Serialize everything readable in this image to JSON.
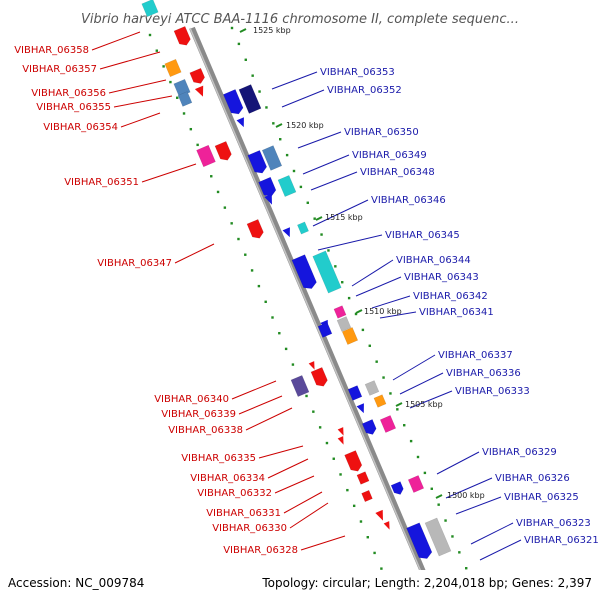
{
  "title": "Vibrio harveyi ATCC BAA-1116 chromosome II, complete sequenc...",
  "footer": {
    "accession": "Accession: NC_009784",
    "summary": "Topology: circular; Length: 2,204,018 bp; Genes: 2,397"
  },
  "kbp_marks": [
    "1525 kbp",
    "1520 kbp",
    "1515 kbp",
    "1510 kbp",
    "1505 kbp",
    "1500 kbp"
  ],
  "genes_left": [
    "VIBHAR_06358",
    "VIBHAR_06357",
    "VIBHAR_06356",
    "VIBHAR_06355",
    "VIBHAR_06354",
    "VIBHAR_06351",
    "VIBHAR_06347",
    "VIBHAR_06340",
    "VIBHAR_06339",
    "VIBHAR_06338",
    "VIBHAR_06335",
    "VIBHAR_06334",
    "VIBHAR_06332",
    "VIBHAR_06331",
    "VIBHAR_06330",
    "VIBHAR_06328"
  ],
  "genes_right": [
    "VIBHAR_06353",
    "VIBHAR_06352",
    "VIBHAR_06350",
    "VIBHAR_06349",
    "VIBHAR_06348",
    "VIBHAR_06346",
    "VIBHAR_06345",
    "VIBHAR_06344",
    "VIBHAR_06343",
    "VIBHAR_06342",
    "VIBHAR_06341",
    "VIBHAR_06337",
    "VIBHAR_06336",
    "VIBHAR_06333",
    "VIBHAR_06329",
    "VIBHAR_06326",
    "VIBHAR_06325",
    "VIBHAR_06323",
    "VIBHAR_06321"
  ],
  "colors": {
    "backbone": "#8a8a8a",
    "left_label": "#cc0000",
    "right_label": "#1a1aaa",
    "dots": "#228b22",
    "red": "#ee1111",
    "blue": "#1515dd",
    "cyan": "#22cccc",
    "orange": "#ff9911",
    "steel": "#4f84bb",
    "pink": "#ee2299",
    "gray": "#b8b8b8",
    "navy": "#151577",
    "purple": "#5a4a9a"
  }
}
